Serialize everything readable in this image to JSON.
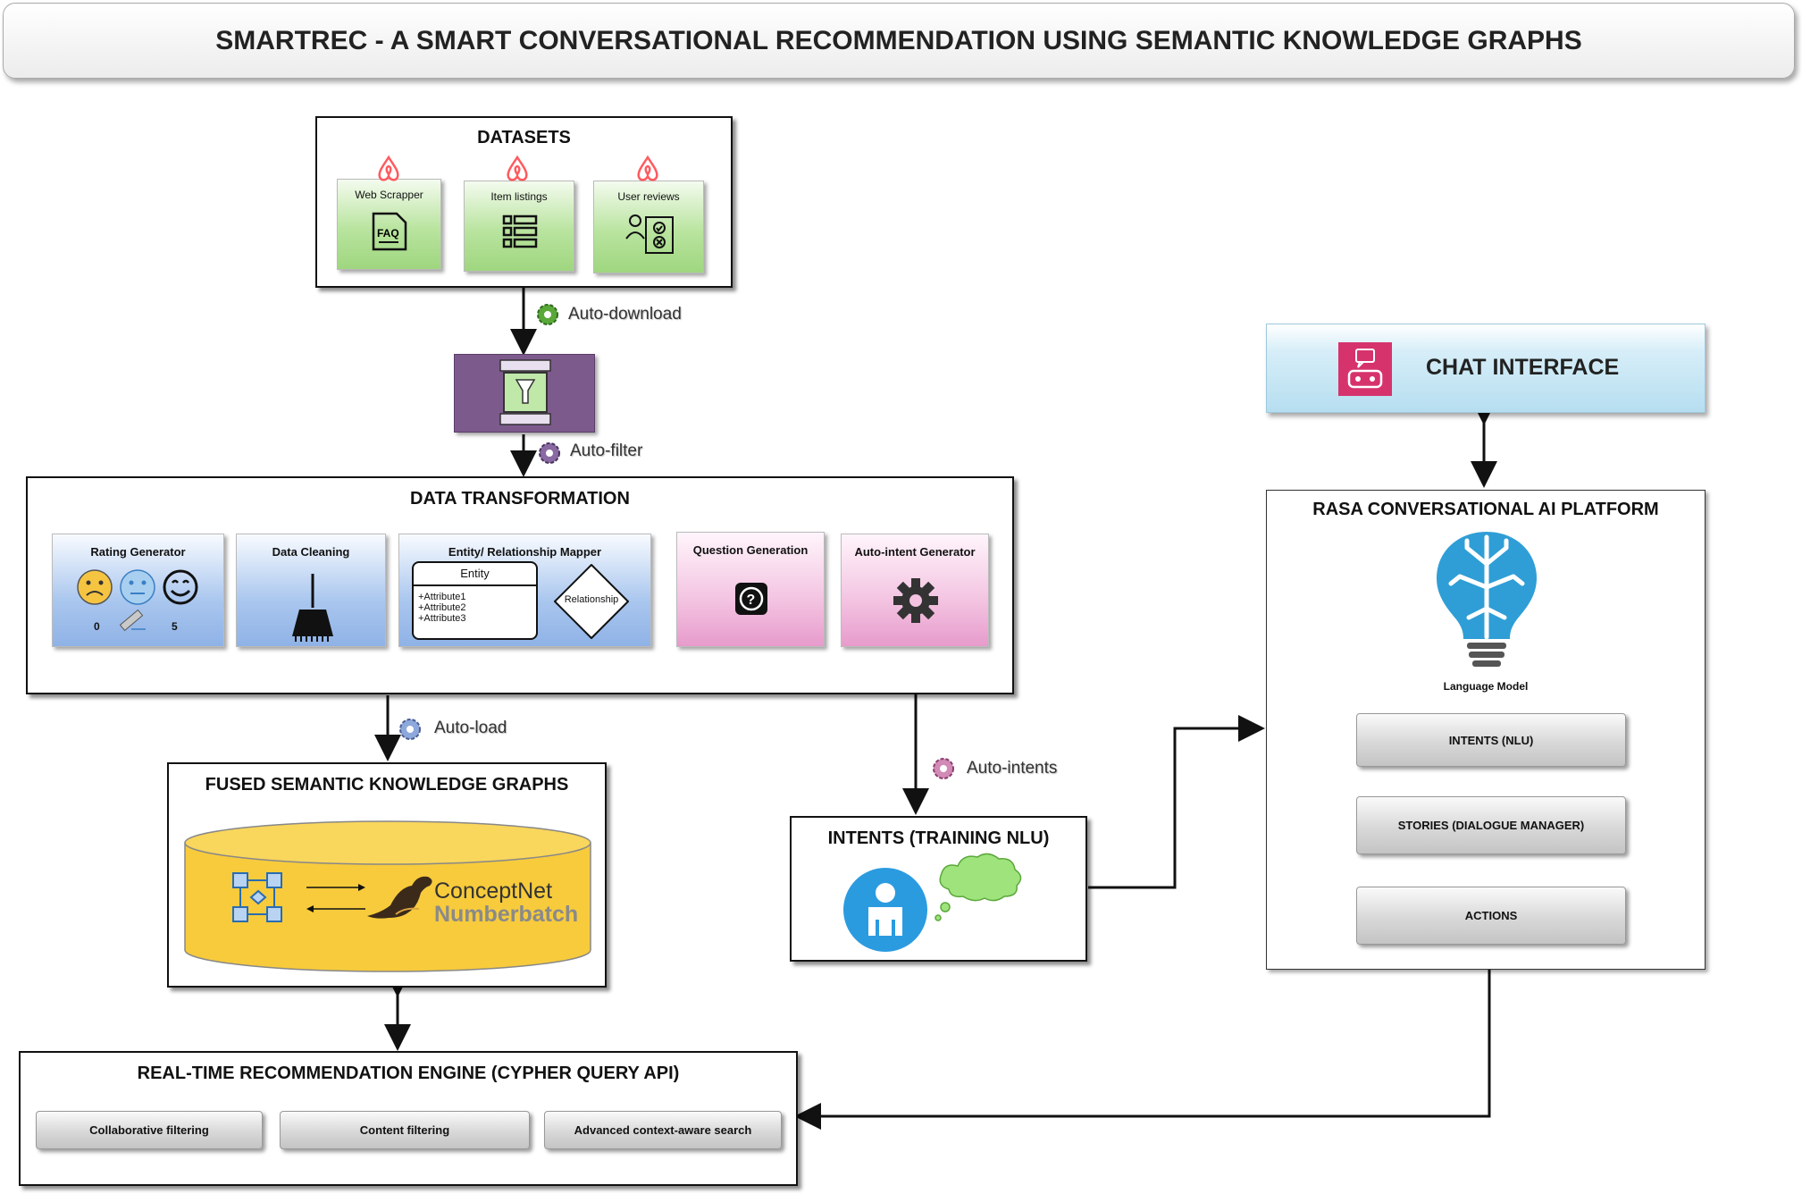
{
  "title": "SMARTREC - A SMART CONVERSATIONAL RECOMMENDATION USING SEMANTIC KNOWLEDGE GRAPHS",
  "datasets": {
    "title": "DATASETS",
    "items": [
      {
        "label": "Web Scrapper",
        "icon": "faq-document-icon"
      },
      {
        "label": "Item listings",
        "icon": "list-icon"
      },
      {
        "label": "User reviews",
        "icon": "reviewer-checklist-icon"
      }
    ]
  },
  "edges": {
    "auto_download": "Auto-download",
    "auto_filter": "Auto-filter",
    "auto_load": "Auto-load",
    "auto_intents": "Auto-intents"
  },
  "data_transformation": {
    "title": "DATA TRANSFORMATION",
    "rating_generator": {
      "label": "Rating Generator",
      "min": "0",
      "max": "5"
    },
    "data_cleaning": {
      "label": "Data Cleaning"
    },
    "entity_mapper": {
      "label": "Entity/ Relationship Mapper",
      "entity": "Entity",
      "attributes": [
        "+Attribute1",
        "+Attribute2",
        "+Attribute3"
      ],
      "relationship": "Relationship"
    },
    "question_generation": {
      "label": "Question Generation"
    },
    "auto_intent_generator": {
      "label": "Auto-intent Generator"
    }
  },
  "knowledge_graph": {
    "title": "FUSED SEMANTIC KNOWLEDGE GRAPHS",
    "logo_line1": "ConceptNet",
    "logo_line2": "Numberbatch"
  },
  "intents_training": {
    "title": "INTENTS (TRAINING NLU)"
  },
  "chat_interface": {
    "title": "CHAT INTERFACE"
  },
  "rasa": {
    "title": "RASA CONVERSATIONAL AI PLATFORM",
    "model_label": "Language Model",
    "intents": "INTENTS (NLU)",
    "stories": "STORIES (DIALOGUE MANAGER)",
    "actions": "ACTIONS"
  },
  "engine": {
    "title": "REAL-TIME RECOMMENDATION ENGINE (CYPHER QUERY API)",
    "items": [
      "Collaborative filtering",
      "Content filtering",
      "Advanced context-aware search"
    ]
  },
  "colors": {
    "green_card": "#a9dc8b",
    "blue_card": "#9dbbea",
    "pink_card": "#eeb1d8",
    "filter_purple": "#7d5a8c",
    "chat_blue": "#bfe3f2",
    "chat_icon_pink": "#d6336c",
    "db_yellow": "#f7cb3c",
    "brain_blue": "#2f9ed6",
    "airbnb_red": "#ff5a5f"
  }
}
